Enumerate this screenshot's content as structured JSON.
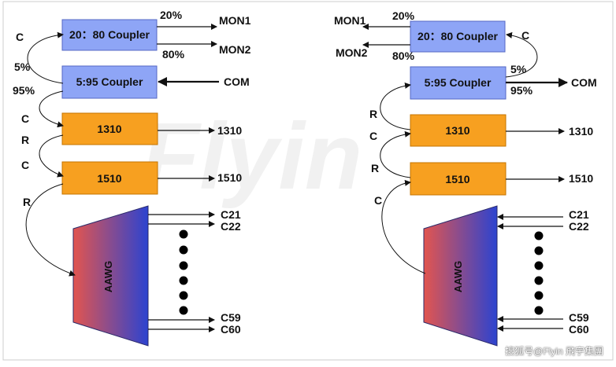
{
  "watermark": "Flyin",
  "credit": "搜狐号@Flyin 飛宇集團",
  "colors": {
    "coupler_fill": "#8ea5f6",
    "coupler_border": "#5568c4",
    "filter_fill": "#f7a020",
    "filter_border": "#c47400",
    "aawg_top": "#2c43d0",
    "aawg_bottom": "#e2554f"
  },
  "left": {
    "coupler_20_80": "20：80 Coupler",
    "coupler_5_95": "5:95 Coupler",
    "filter_1310": "1310",
    "filter_1510": "1510",
    "aawg": "AAWG",
    "pct_20": "20%",
    "pct_80": "80%",
    "pct_5": "5%",
    "pct_95": "95%",
    "mon1": "MON1",
    "mon2": "MON2",
    "com": "COM",
    "out_1310": "1310",
    "out_1510": "1510",
    "c_top": "C",
    "c_mid": "C",
    "r_mid": "R",
    "c_low": "C",
    "r_low": "R",
    "ch_c21": "C21",
    "ch_c22": "C22",
    "ch_c59": "C59",
    "ch_c60": "C60"
  },
  "right": {
    "coupler_20_80": "20：80 Coupler",
    "coupler_5_95": "5:95 Coupler",
    "filter_1310": "1310",
    "filter_1510": "1510",
    "aawg": "AAWG",
    "pct_20": "20%",
    "pct_80": "80%",
    "pct_5": "5%",
    "pct_95": "95%",
    "mon1": "MON1",
    "mon2": "MON2",
    "com": "COM",
    "out_1310": "1310",
    "out_1510": "1510",
    "c_top": "C",
    "r_upper": "R",
    "c_mid": "C",
    "r_lower": "R",
    "c_low": "C",
    "ch_c21": "C21",
    "ch_c22": "C22",
    "ch_c59": "C59",
    "ch_c60": "C60"
  }
}
